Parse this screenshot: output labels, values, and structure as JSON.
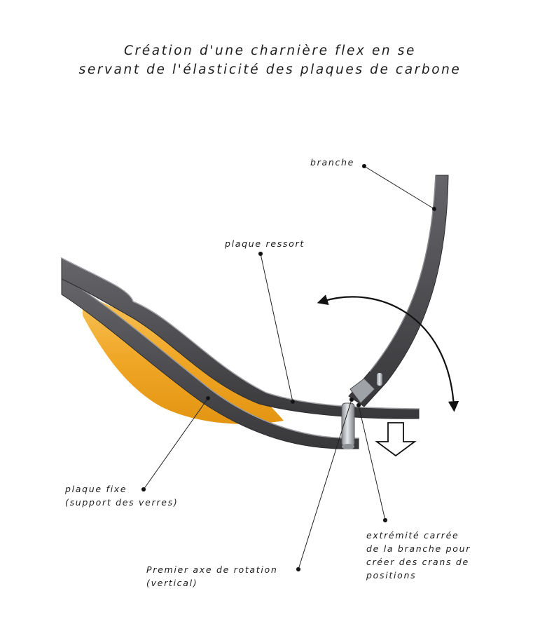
{
  "title": {
    "line1": "Création d'une charnière flex en se",
    "line2": "servant de l'élasticité des plaques de carbone"
  },
  "labels": {
    "branche": "branche",
    "plaque_ressort": "plaque ressort",
    "plaque_fixe": [
      "plaque fixe",
      "(support des verres)"
    ],
    "premier_axe": [
      "Premier axe de rotation",
      "(vertical)"
    ],
    "extremite": [
      "extrémité carrée",
      "de la branche pour",
      "créer des crans de",
      "positions"
    ]
  },
  "colors": {
    "carbon": "#4a4a4c",
    "carbon_edge": "#2c2c2e",
    "carbon_face": "#86868a",
    "lens": "#f0a626",
    "metal": "#c9ccd0",
    "leader": "#222222"
  }
}
